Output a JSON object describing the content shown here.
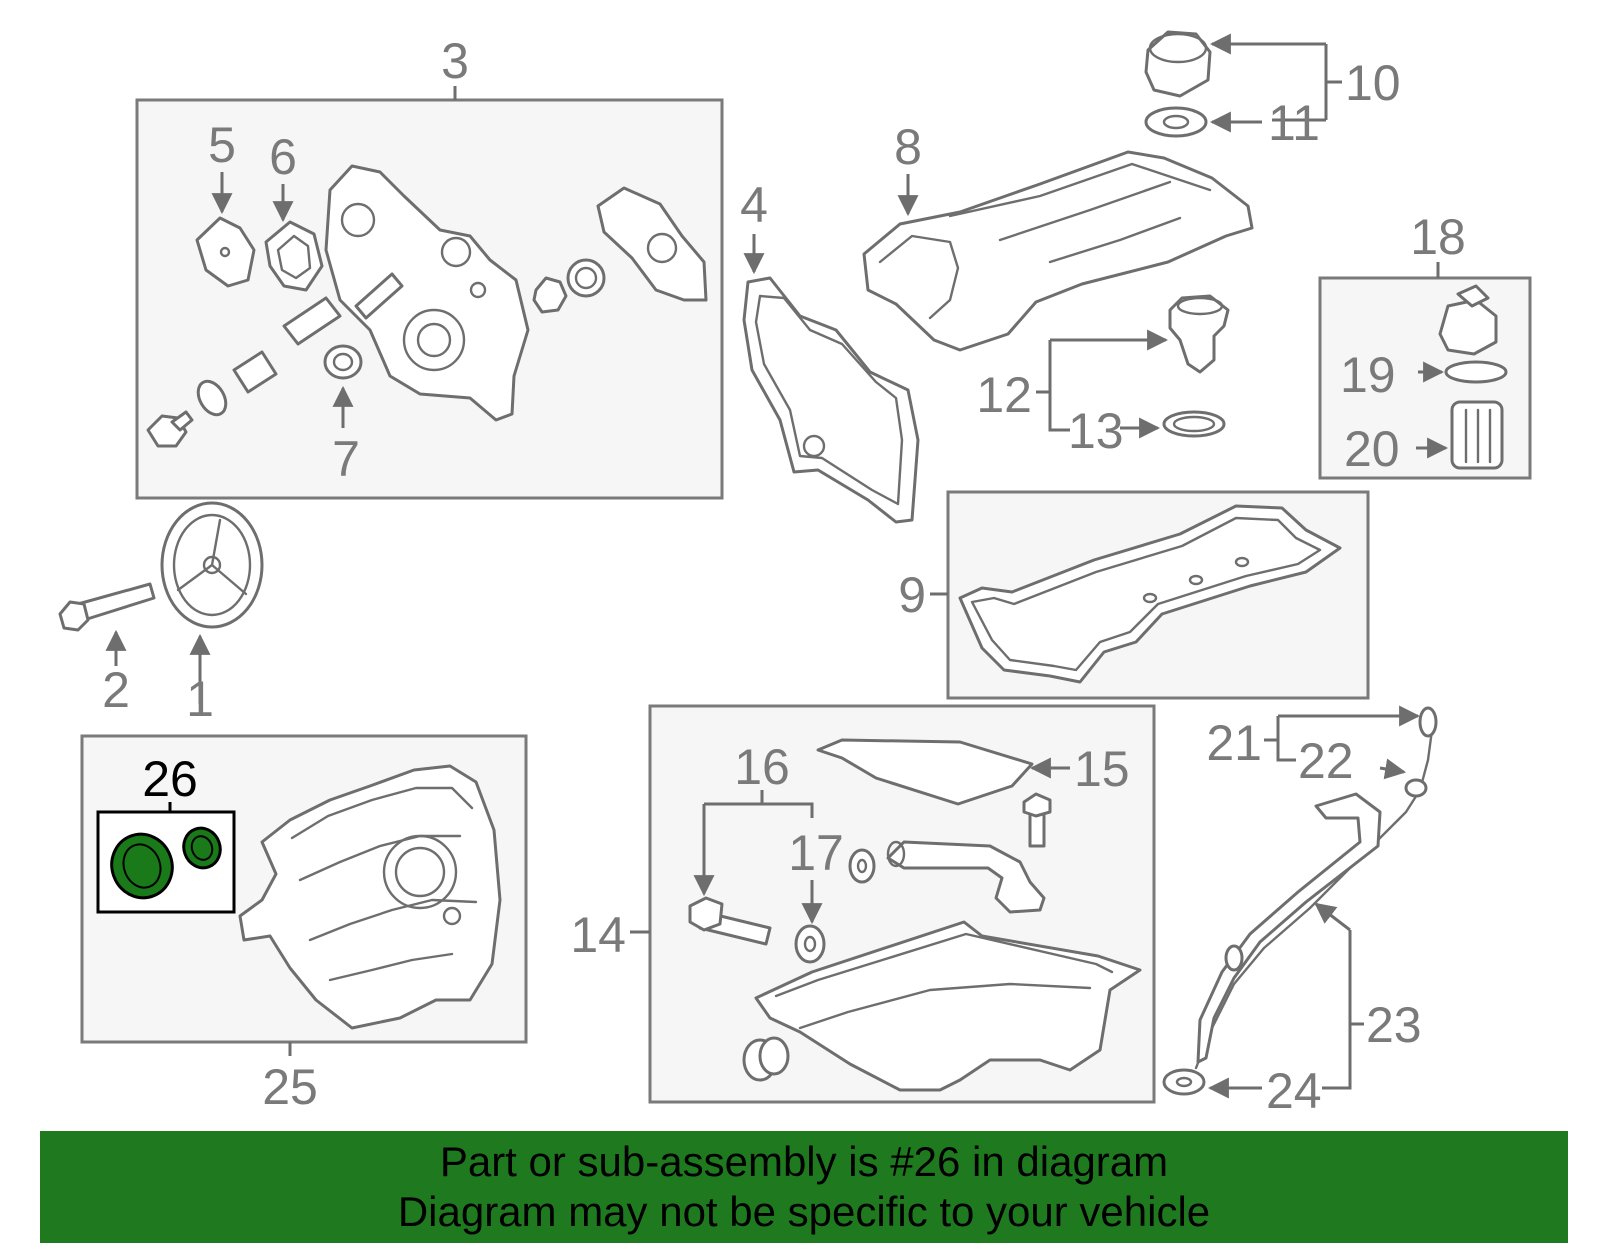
{
  "diagram": {
    "highlight_color": "#1f7a1f",
    "highlighted_part": "26",
    "callouts": {
      "c1": "1",
      "c2": "2",
      "c3": "3",
      "c4": "4",
      "c5": "5",
      "c6": "6",
      "c7": "7",
      "c8": "8",
      "c9": "9",
      "c10": "10",
      "c11": "11",
      "c12": "12",
      "c13": "13",
      "c14": "14",
      "c15": "15",
      "c16": "16",
      "c17": "17",
      "c18": "18",
      "c19": "19",
      "c20": "20",
      "c21": "21",
      "c22": "22",
      "c23": "23",
      "c24": "24",
      "c25": "25",
      "c26": "26"
    }
  },
  "banner": {
    "line1": "Part or sub-assembly is #26 in diagram",
    "line2": "Diagram may not be specific to your vehicle"
  }
}
